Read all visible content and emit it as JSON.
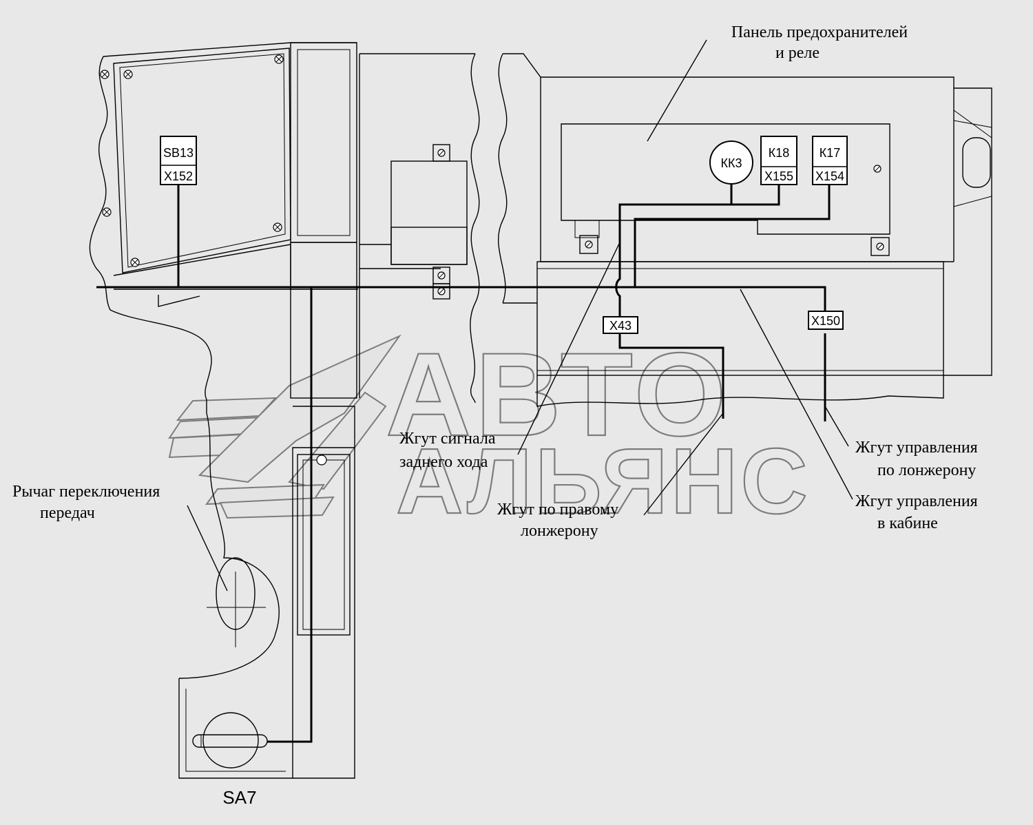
{
  "watermark": {
    "line1": "АВТО",
    "line2": "АЛЬЯНС"
  },
  "components": {
    "sb13": {
      "label": "SB13",
      "connector": "X152"
    },
    "kk3": {
      "label": "КК3"
    },
    "k18": {
      "label": "К18",
      "connector": "X155"
    },
    "k17": {
      "label": "К17",
      "connector": "X154"
    },
    "x43": {
      "label": "X43"
    },
    "x150": {
      "label": "X150"
    },
    "sa7": {
      "label": "SA7"
    }
  },
  "callouts": {
    "fuse_panel": {
      "line1": "Панель предохранителей",
      "line2": "и реле"
    },
    "reverse_harness": {
      "line1": "Жгут сигнала",
      "line2": "заднего хода"
    },
    "gear_lever": {
      "line1": "Рычаг переключения",
      "line2": "передач"
    },
    "right_rail_harness": {
      "line1": "Жгут по правому",
      "line2": "лонжерону"
    },
    "rail_control_harness": {
      "line1": "Жгут управления",
      "line2": "по лонжерону"
    },
    "cabin_control_harness": {
      "line1": "Жгут управления",
      "line2": "в кабине"
    }
  }
}
